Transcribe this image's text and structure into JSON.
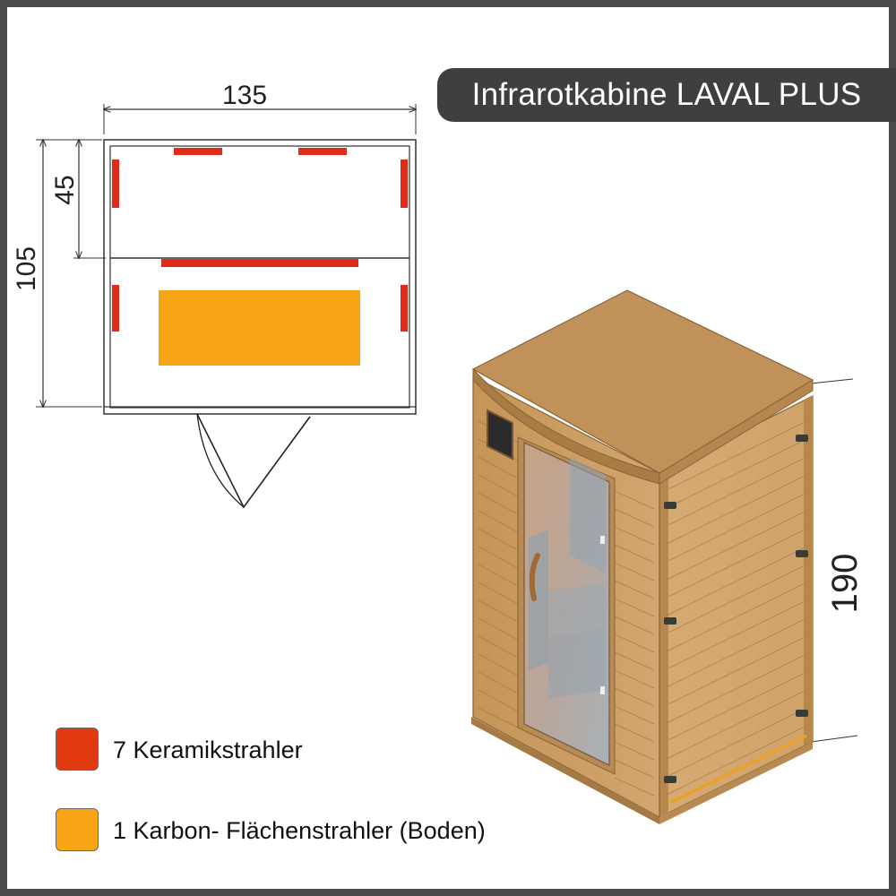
{
  "title": "Infrarotkabine LAVAL PLUS",
  "dimensions": {
    "width": "135",
    "bench_depth": "45",
    "depth": "105",
    "height": "190"
  },
  "legend": {
    "items": [
      {
        "label": "7 Keramikstrahler",
        "color": "#e23a10"
      },
      {
        "label": "1 Karbon- Flächenstrahler (Boden)",
        "color": "#f7a515"
      }
    ]
  },
  "colors": {
    "ceramic_heater": "#e23a10",
    "carbon_heater": "#f7a515",
    "wood": "#c79a5e",
    "frame": "#4a4a4a",
    "title_bg": "#3f3f3f"
  }
}
